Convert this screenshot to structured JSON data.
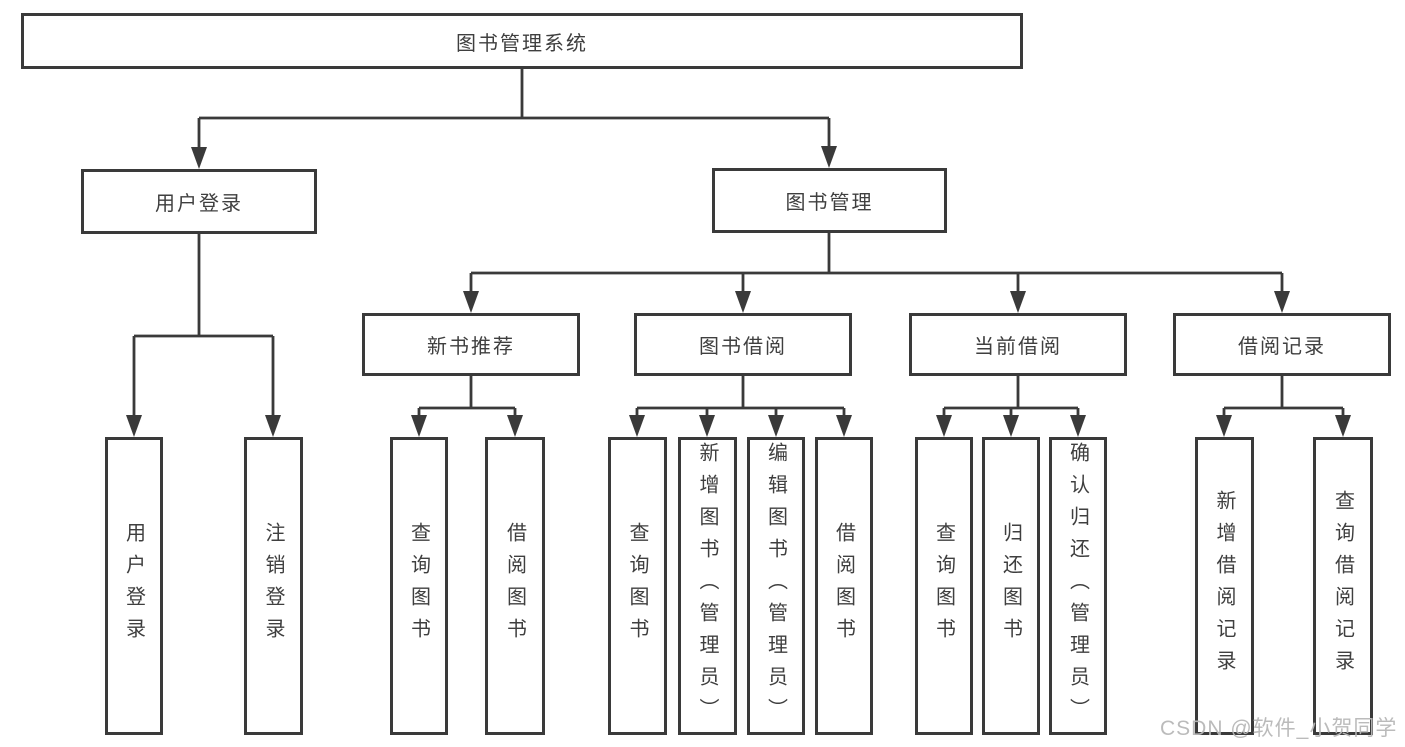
{
  "watermark": "CSDN @软件_小贺同学",
  "colors": {
    "line": "#3a3a3a",
    "border": "#3a3a3a",
    "text": "#3f3f3f",
    "watermark": "#b7b7b7",
    "background": "#ffffff"
  },
  "tree": {
    "root": {
      "label": "图书管理系统"
    },
    "children": [
      {
        "label": "用户登录",
        "children": [
          {
            "label": "用户登录"
          },
          {
            "label": "注销登录"
          }
        ]
      },
      {
        "label": "图书管理",
        "children": [
          {
            "label": "新书推荐",
            "children": [
              {
                "label": "查询图书"
              },
              {
                "label": "借阅图书"
              }
            ]
          },
          {
            "label": "图书借阅",
            "children": [
              {
                "label": "查询图书"
              },
              {
                "label": "新增图书（管理员）"
              },
              {
                "label": "编辑图书（管理员）"
              },
              {
                "label": "借阅图书"
              }
            ]
          },
          {
            "label": "当前借阅",
            "children": [
              {
                "label": "查询图书"
              },
              {
                "label": "归还图书"
              },
              {
                "label": "确认归还（管理员）"
              }
            ]
          },
          {
            "label": "借阅记录",
            "children": [
              {
                "label": "新增借阅记录"
              },
              {
                "label": "查询借阅记录"
              }
            ]
          }
        ]
      }
    ]
  }
}
